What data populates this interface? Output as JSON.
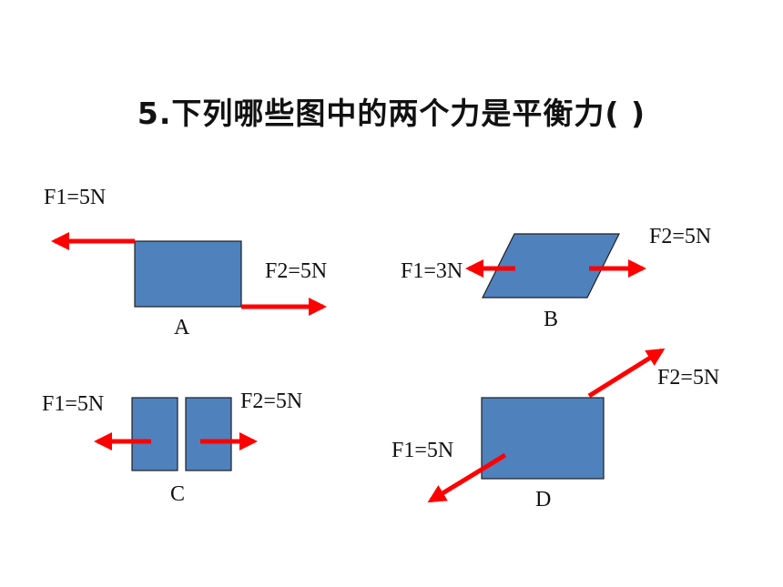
{
  "question": {
    "title": "5.下列哪些图中的两个力是平衡力(        )"
  },
  "colors": {
    "block_fill": "#4f81bd",
    "block_stroke": "#1f1f1f",
    "arrow": "#ff0000"
  },
  "figures": {
    "A": {
      "caption": "A",
      "f1_label": "F1=5N",
      "f2_label": "F2=5N"
    },
    "B": {
      "caption": "B",
      "f1_label": "F1=3N",
      "f2_label": "F2=5N"
    },
    "C": {
      "caption": "C",
      "f1_label": "F1=5N",
      "f2_label": "F2=5N"
    },
    "D": {
      "caption": "D",
      "f1_label": "F1=5N",
      "f2_label": "F2=5N"
    }
  }
}
